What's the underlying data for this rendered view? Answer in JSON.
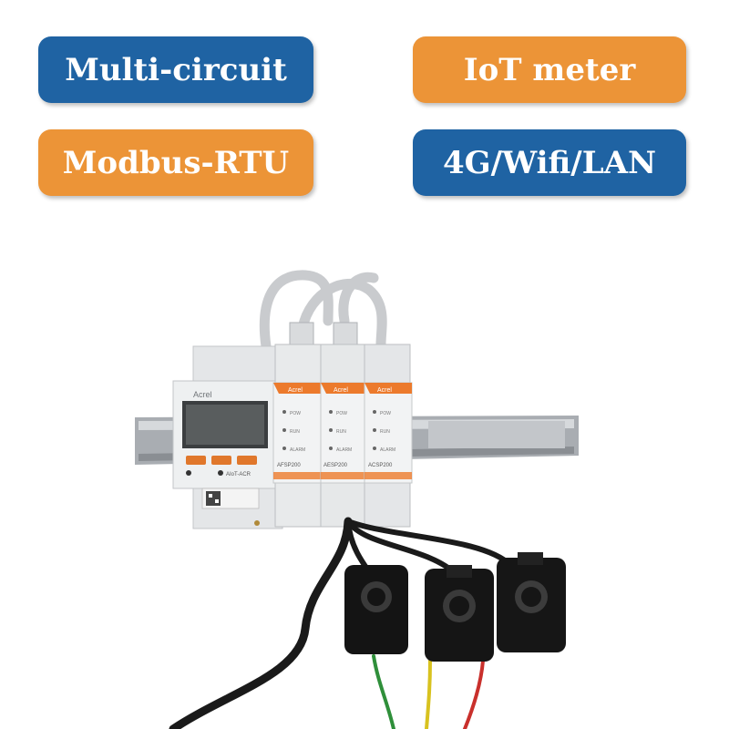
{
  "badges": {
    "multi_circuit": "Multi-circuit",
    "iot_meter": "IoT meter",
    "modbus_rtu": "Modbus-RTU",
    "connectivity": "4G/Wifi/LAN"
  },
  "device": {
    "brand": "Acrel",
    "main_model": "AIoT-ACR",
    "module_models": [
      "AFSP200",
      "AESP200",
      "ACSP200"
    ],
    "module_rows": [
      "POW",
      "RUN",
      "ALARM"
    ]
  },
  "colors": {
    "blue": "#1f63a3",
    "orange": "#ec9437"
  }
}
